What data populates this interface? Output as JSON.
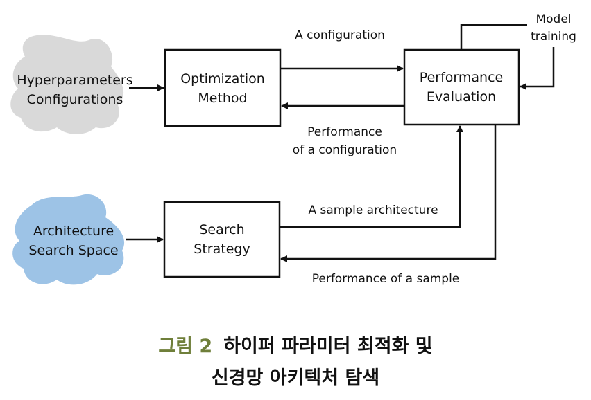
{
  "colors": {
    "cloud_top": "#d9d9d9",
    "cloud_bottom": "#9dc3e6",
    "caption_label": "#6f7f3a",
    "ink": "#111111"
  },
  "diagram": {
    "cloud_top": {
      "line1": "Hyperparameters",
      "line2": "Configurations"
    },
    "cloud_bottom": {
      "line1": "Architecture",
      "line2": "Search Space"
    },
    "box_optimization": {
      "line1": "Optimization",
      "line2": "Method"
    },
    "box_performance": {
      "line1": "Performance",
      "line2": "Evaluation"
    },
    "box_search": {
      "line1": "Search",
      "line2": "Strategy"
    },
    "model_training": {
      "line1": "Model",
      "line2": "training"
    },
    "arrow_labels": {
      "a_configuration": "A configuration",
      "performance_config_1": "Performance",
      "performance_config_2": "of a configuration",
      "a_sample_architecture": "A sample architecture",
      "performance_of_sample": "Performance of a sample"
    }
  },
  "caption": {
    "label": "그림 2",
    "line1": "하이퍼 파라미터 최적화 및",
    "line2": "신경망 아키텍처 탐색"
  }
}
